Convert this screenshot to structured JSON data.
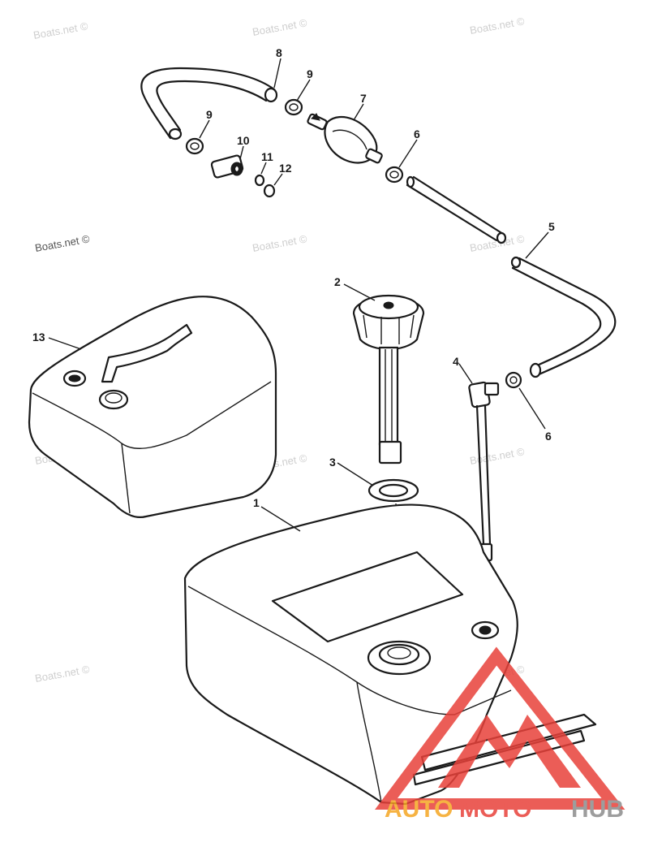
{
  "watermark": {
    "text": "Boats.net ©",
    "color": "#cccccc"
  },
  "callouts": {
    "p1": "1",
    "p2": "2",
    "p3": "3",
    "p4": "4",
    "p5": "5",
    "p6a": "6",
    "p6b": "6",
    "p7": "7",
    "p8": "8",
    "p9a": "9",
    "p9b": "9",
    "p10": "10",
    "p11": "11",
    "p12": "12",
    "p13": "13"
  },
  "brand": {
    "part1": "AUTO",
    "part2": "MOTO",
    "part3": "HUB",
    "color_orange": "#f5a623",
    "color_red": "#e8413a",
    "color_gray": "#8c8c8c"
  }
}
